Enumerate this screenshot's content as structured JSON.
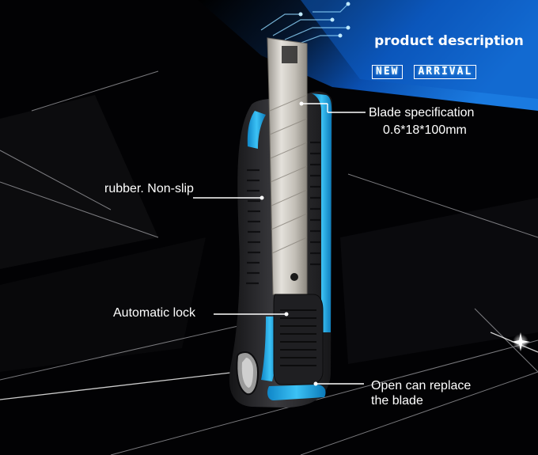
{
  "header": {
    "title": "product description",
    "badge_words": [
      "NEW",
      "ARRIVAL"
    ]
  },
  "callouts": {
    "blade": {
      "label": "Blade specification",
      "value": "0.6*18*100mm"
    },
    "rubber": {
      "label": "rubber. Non-slip"
    },
    "lock": {
      "label": "Automatic lock"
    },
    "open": {
      "line1": "Open can replace",
      "line2": "the blade"
    }
  },
  "colors": {
    "accent_blue": "#1fa6e8",
    "handle_black": "#2a2a2c",
    "blade_steel": "#c9c6c0",
    "banner_blue": "#0c5cc4",
    "background": "#020204"
  }
}
